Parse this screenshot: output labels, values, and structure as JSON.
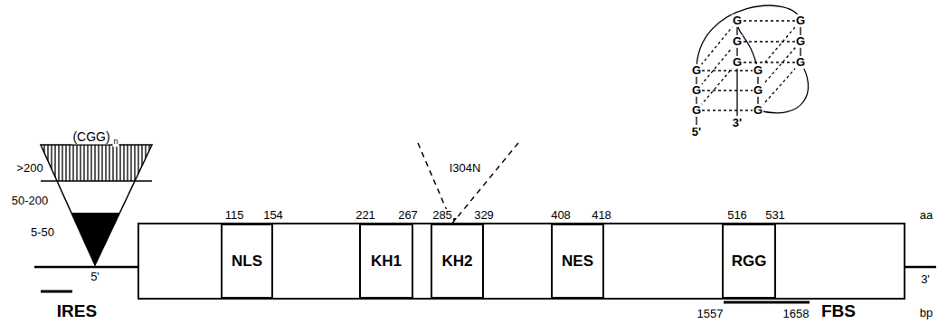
{
  "diagram": {
    "nodes": [
      {
        "text": [
          "NLS"
        ]
      },
      {
        "text": [
          "KH1"
        ]
      },
      {
        "text": [
          "KH2"
        ]
      },
      {
        "text": [
          "NES"
        ]
      },
      {
        "text": [
          "RGG"
        ]
      }
    ],
    "labels": [
      "(CGG)",
      "n",
      ">200",
      "50-200",
      "5-50",
      "5'",
      "IRES",
      "I304N",
      "115",
      "154",
      "221",
      "267",
      "285",
      "329",
      "408",
      "418",
      "516",
      "531",
      "aa",
      "3'",
      "1557",
      "1658",
      "bp",
      "FBS",
      "G",
      "G",
      "G",
      "G",
      "G",
      "G",
      "G",
      "G",
      "G",
      "G",
      "G",
      "G",
      "5'",
      "3'"
    ]
  }
}
